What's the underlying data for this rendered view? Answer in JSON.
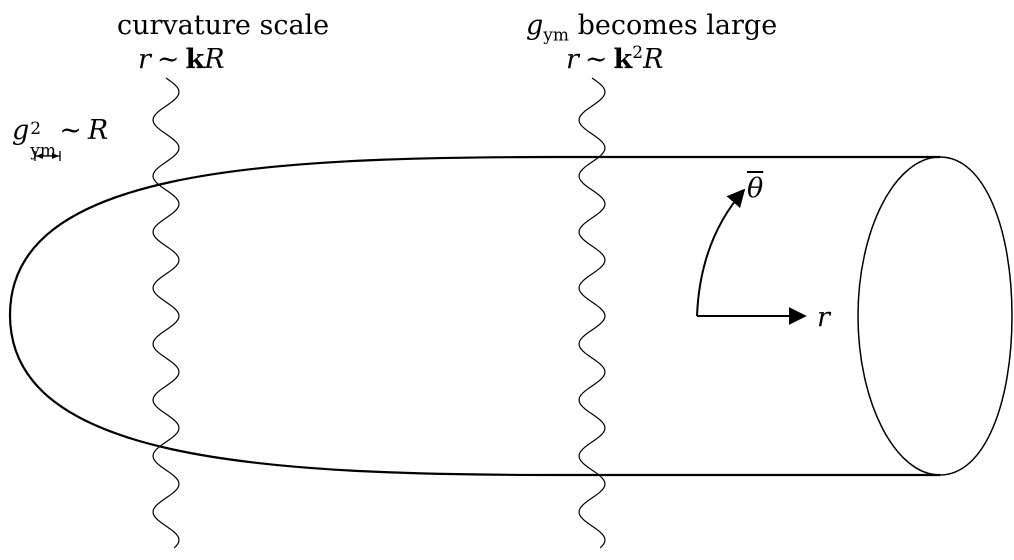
{
  "labels": {
    "curvature_title": "curvature scale",
    "curvature_rel": "r ∼ kR",
    "coupling_title": "g_ym becomes large",
    "coupling_rel": "r ∼ k²R",
    "coupling_scale": "g²_ym ∼ R",
    "theta": "θ̄",
    "r_axis": "r"
  },
  "text": {
    "r": "r",
    "sim": "∼",
    "k": "k",
    "R": "R",
    "sq": "2",
    "g": "g",
    "ym": "ym",
    "becomes_large": " becomes large",
    "curvature_scale": "curvature scale",
    "theta_sym": "θ"
  }
}
